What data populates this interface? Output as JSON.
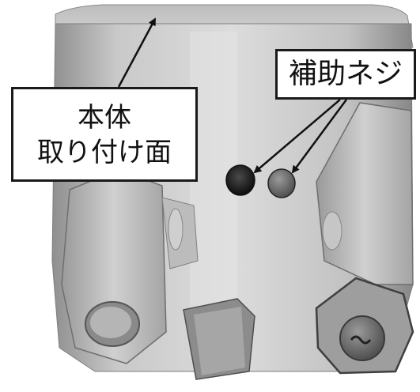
{
  "callouts": {
    "body_mount": {
      "line1": "本体",
      "line2": "取り付け面"
    },
    "aux_screws": {
      "text": "補助ネジ"
    }
  },
  "colors": {
    "background": "#ffffff",
    "metal_light": "#d4d4d4",
    "metal_mid": "#a9a9a9",
    "metal_dark": "#6e6e6e",
    "outline": "#1a1a1a"
  },
  "icons": [
    "cutter-body-illustration",
    "arrow",
    "screw-hole"
  ]
}
